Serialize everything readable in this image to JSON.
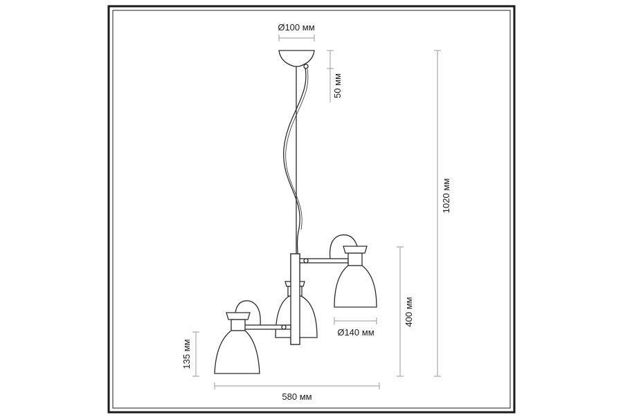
{
  "drawing": {
    "frame_color": "#1a1a1a",
    "line_color": "#2a2a2a",
    "dimension_color": "#9a9a9a",
    "dimensions": {
      "canopy_diameter": "Ø100 мм",
      "canopy_height": "50 мм",
      "total_height": "1020 мм",
      "body_height": "400 мм",
      "shade_diameter": "Ø140 мм",
      "shade_height": "135 мм",
      "total_width": "580 мм"
    }
  }
}
